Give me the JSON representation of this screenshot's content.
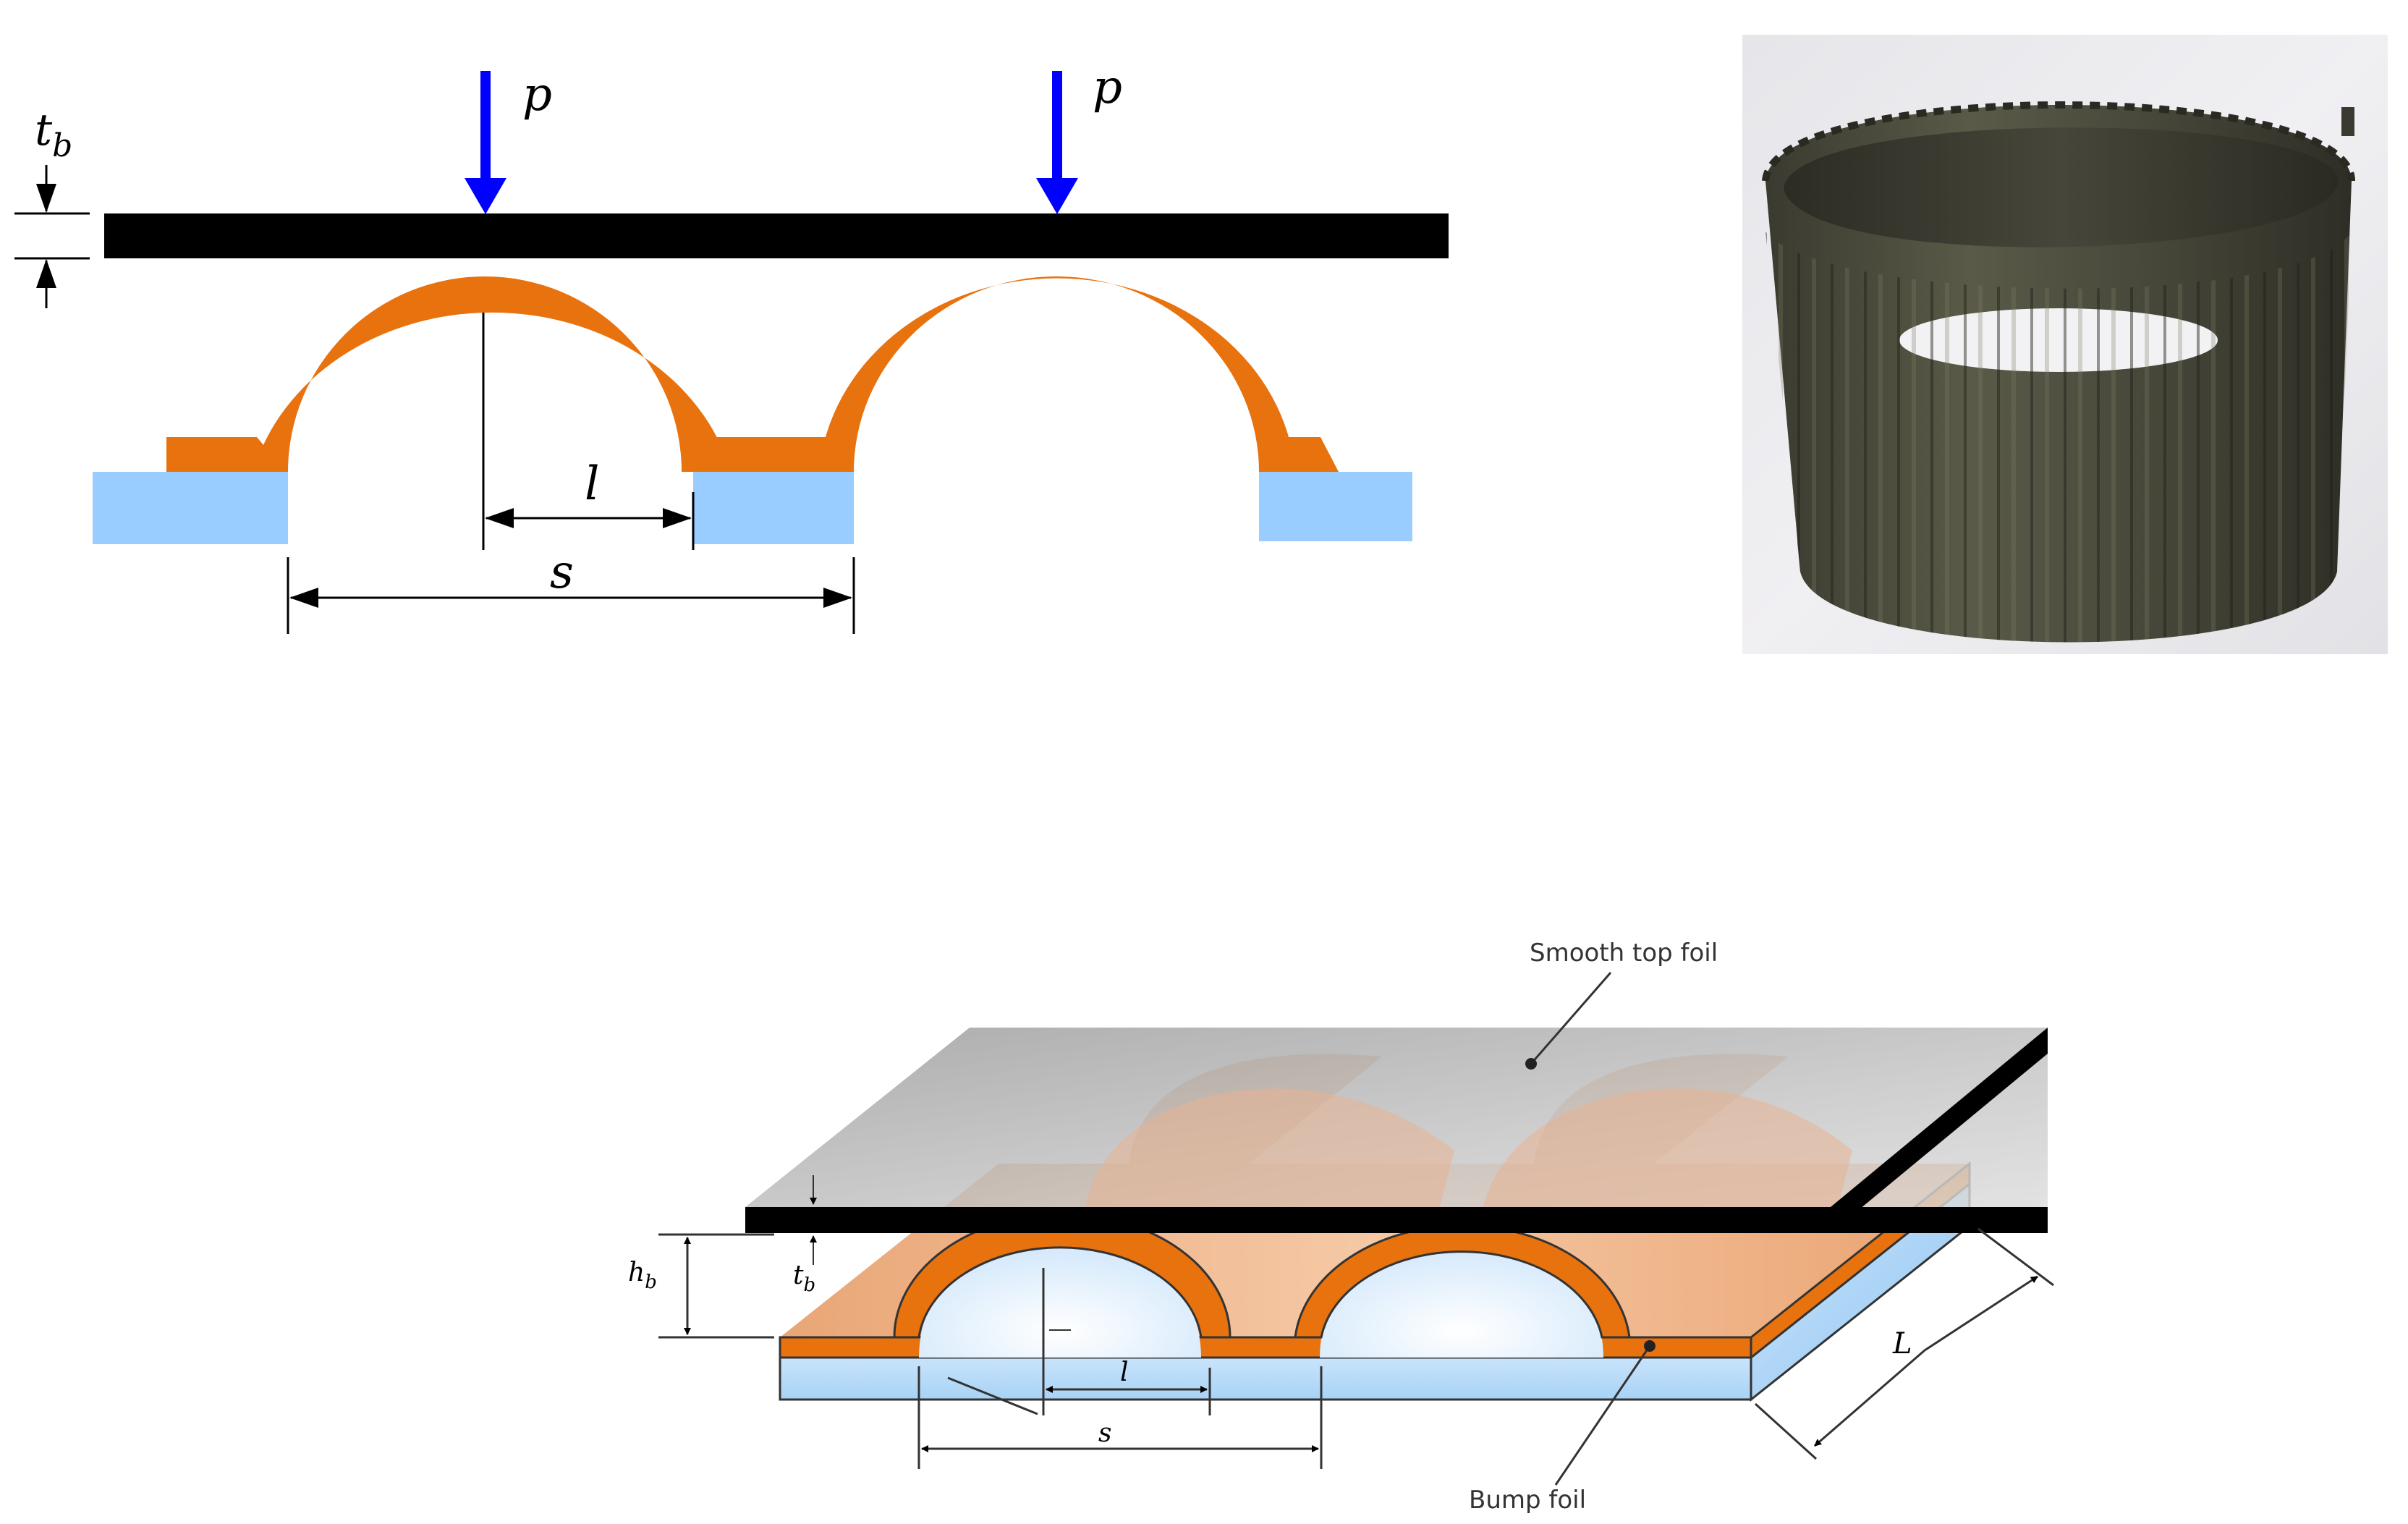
{
  "diagram_2d": {
    "load_label_1": "p",
    "load_label_2": "p",
    "thickness_label_base": "t",
    "thickness_label_sub": "b",
    "bump_half_length_label": "l",
    "bump_pitch_label": "s"
  },
  "diagram_3d": {
    "top_foil_label": "Smooth top foil",
    "bump_foil_label": "Bump foil",
    "height_label_base": "h",
    "height_label_sub": "b",
    "thickness_label_base": "t",
    "thickness_label_sub": "b",
    "bump_half_length_label": "l",
    "bump_pitch_label": "s",
    "length_label": "L"
  },
  "colors": {
    "top_foil": "#000000",
    "bump_foil": "#E8720E",
    "base": "#99CCFF",
    "load_arrow": "#0000FF",
    "photo_background": "#EBEBEE",
    "photo_metal": "#4A4A3C"
  },
  "photo": {
    "subject": "corrugated bump foil ring"
  }
}
